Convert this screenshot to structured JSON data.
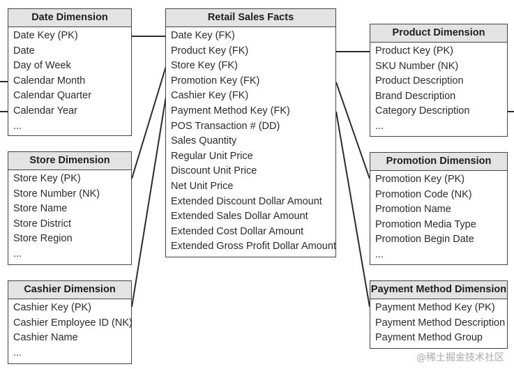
{
  "tables": {
    "date": {
      "title": "Date Dimension",
      "fields": [
        "Date Key (PK)",
        "Date",
        "Day of Week",
        "Calendar Month",
        "Calendar Quarter",
        "Calendar Year",
        "..."
      ]
    },
    "store": {
      "title": "Store Dimension",
      "fields": [
        "Store Key (PK)",
        "Store Number (NK)",
        "Store Name",
        "Store District",
        "Store Region",
        "..."
      ]
    },
    "cashier": {
      "title": "Cashier Dimension",
      "fields": [
        "Cashier Key (PK)",
        "Cashier Employee ID (NK)",
        "Cashier Name",
        "..."
      ]
    },
    "facts": {
      "title": "Retail Sales Facts",
      "fields": [
        "Date Key (FK)",
        "Product Key (FK)",
        "Store Key (FK)",
        "Promotion Key (FK)",
        "Cashier Key (FK)",
        "Payment Method Key (FK)",
        "POS Transaction # (DD)",
        "Sales Quantity",
        "Regular Unit Price",
        "Discount Unit Price",
        "Net Unit Price",
        "Extended Discount Dollar Amount",
        "Extended Sales Dollar Amount",
        "Extended Cost Dollar Amount",
        "Extended Gross Profit Dollar Amount"
      ]
    },
    "product": {
      "title": "Product Dimension",
      "fields": [
        "Product Key (PK)",
        "SKU Number (NK)",
        "Product Description",
        "Brand Description",
        "Category Description",
        "..."
      ]
    },
    "promotion": {
      "title": "Promotion Dimension",
      "fields": [
        "Promotion Key (PK)",
        "Promotion Code (NK)",
        "Promotion Name",
        "Promotion Media Type",
        "Promotion Begin Date",
        "..."
      ]
    },
    "payment": {
      "title": "Payment Method Dimension",
      "fields": [
        "Payment Method Key (PK)",
        "Payment Method Description",
        "Payment Method Group"
      ]
    }
  },
  "watermark": "@稀土掘金技术社区"
}
